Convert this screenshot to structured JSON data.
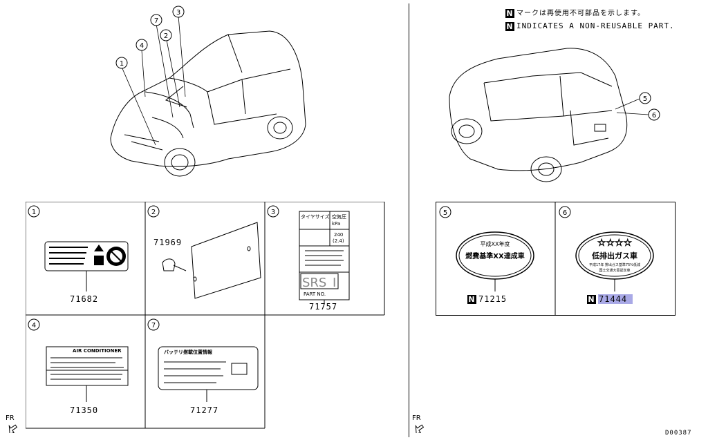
{
  "legend": {
    "badge": "N",
    "line_ja": "マークは再使用不可部品を示します。",
    "line_en": "INDICATES A NON-REUSABLE PART."
  },
  "callouts": [
    "1",
    "2",
    "3",
    "4",
    "5",
    "6",
    "7"
  ],
  "parts": {
    "p1": "71682",
    "p2": "71969",
    "p2b": "",
    "p3": "71757",
    "p4": "71350",
    "p5": "71215",
    "p6": "71444",
    "p7": "71277"
  },
  "label_texts": {
    "tire_header_a": "タイヤサイズ",
    "tire_header_b": "空気圧",
    "tire_header_c": "kPa",
    "tire_value": "240",
    "tire_value_b": "(2.4)",
    "srs": "SRS",
    "srs_num": "I",
    "partno_label": "PART NO.",
    "ac_title": "AIR CONDITIONER",
    "battery_title": "バッテリ搭載位置情報",
    "emission_top": "平成XX年度",
    "emission_mid": "燃費基準XX達成車",
    "gas_title": "低排出ガス車",
    "gas_sub": "平成17年 排出ガス基準75%低減",
    "gas_sub2": "国土交通大臣認定車"
  },
  "fr_label": "FR",
  "drawing_number": "D00387"
}
